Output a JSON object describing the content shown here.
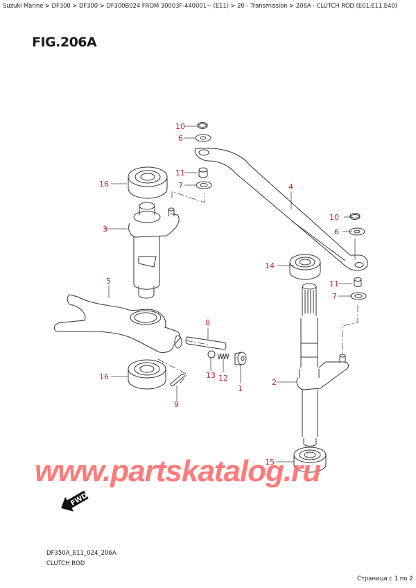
{
  "breadcrumb": {
    "items": [
      "Suzuki Marine",
      "DF300",
      "DF300",
      "DF300B024 FROM 30003F-440001~ (E11)",
      "20 - Transmission",
      "206A - CLUTCH ROD (E01,E11,E40)"
    ],
    "text": "Suzuki Marine > DF300 > DF300 > DF300B024 FROM 30003F-440001~ (E11) > 20 - Transmission > 206A - CLUTCH ROD (E01,E11,E40)"
  },
  "figure": {
    "title": "FIG.206A",
    "code": "DF350A_E11_024_206A",
    "name": "CLUTCH ROD",
    "fwd_label": "FWD"
  },
  "callouts": [
    {
      "id": "c10a",
      "label": "10"
    },
    {
      "id": "c6a",
      "label": "6"
    },
    {
      "id": "c16a",
      "label": "16"
    },
    {
      "id": "c11a",
      "label": "11"
    },
    {
      "id": "c7a",
      "label": "7"
    },
    {
      "id": "c4",
      "label": "4"
    },
    {
      "id": "c3",
      "label": "3"
    },
    {
      "id": "c10b",
      "label": "10"
    },
    {
      "id": "c6b",
      "label": "6"
    },
    {
      "id": "c14",
      "label": "14"
    },
    {
      "id": "c5",
      "label": "5"
    },
    {
      "id": "c11b",
      "label": "11"
    },
    {
      "id": "c7b",
      "label": "7"
    },
    {
      "id": "c8",
      "label": "8"
    },
    {
      "id": "c2",
      "label": "2"
    },
    {
      "id": "c16b",
      "label": "16"
    },
    {
      "id": "c13",
      "label": "13"
    },
    {
      "id": "c12",
      "label": "12"
    },
    {
      "id": "c1",
      "label": "1"
    },
    {
      "id": "c9",
      "label": "9"
    },
    {
      "id": "c15",
      "label": "15"
    }
  ],
  "watermark": "www.partskatalog.ru",
  "pagination": "Страница с 1 по 2",
  "colors": {
    "callout": "#c0282d",
    "watermark": "#ff6f6f",
    "line": "#333333"
  }
}
